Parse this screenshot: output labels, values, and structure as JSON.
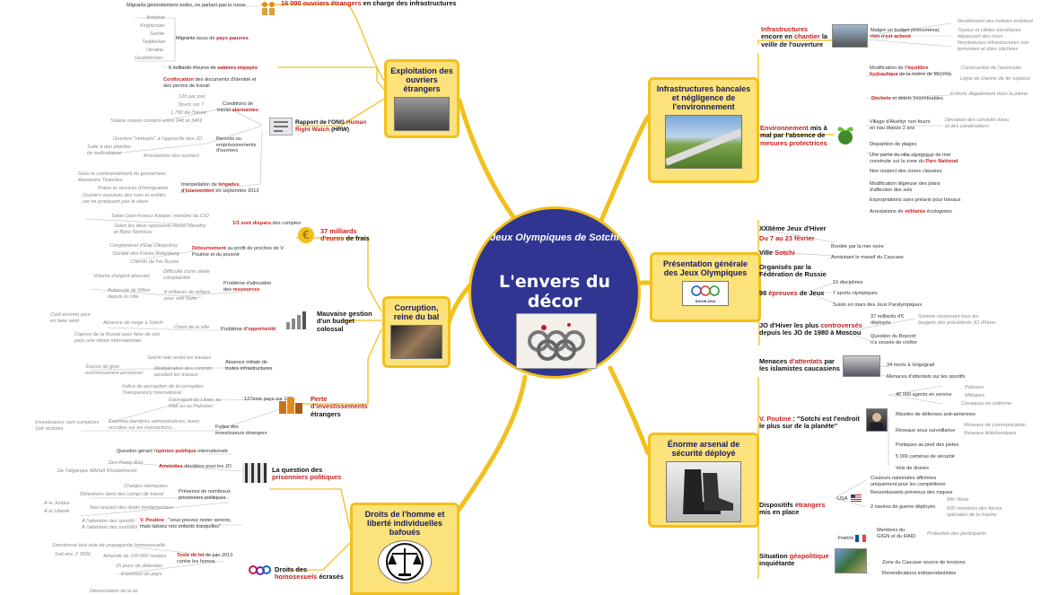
{
  "center": {
    "title_line1": "Jeux Olympiques de Sotchi",
    "title_line2": "L'envers du décor"
  },
  "branches": {
    "exploitation": "Exploitation des ouvriers étrangers",
    "corruption": "Corruption, reine du bal",
    "droits": "Droits de l'homme et liberté individuelles bafoués",
    "infra": "Infrastructures bancales et négligence de l'environnement",
    "presentation": "Présentation générale des Jeux Olympiques",
    "securite": "Énorme arsenal de sécurité déployé"
  },
  "exploitation": {
    "ouvriers_num": "16 000 ouvriers étrangers",
    "ouvriers_rest": "en charge des infrastructures",
    "isoles": "Migrants généralement isolés, ne parlant pas le russe",
    "pays": [
      "Arménie",
      "Kirghizstan",
      "Serbie",
      "Tadjikistan",
      "Ukraine",
      "Ouzbékistan"
    ],
    "migrants_a": "Migrants issus de",
    "migrants_b": "pays pauvres",
    "salaires_a": "6 milliards d'euros de",
    "salaires_b": "salaires impayés",
    "confiscation_a": "Confiscation",
    "confiscation_b": "des documents d'identité et",
    "confiscation_c": "des permis de travail",
    "hours": [
      "12h par jour",
      "7jours sur 7",
      "1,70€ de l'heure"
    ],
    "salaire_moyen": "Salaire moyen compris entre 240 et 340€",
    "conditions_a": "Conditions de",
    "conditions_b": "travail",
    "conditions_c": "alarmantes",
    "rapport_a": "Rapport de l'ONG",
    "rapport_b": "Human",
    "rapport_c": "Right Watch",
    "rapport_d": "(HRW)",
    "nettoyes": "Ouvriers \"nettoyés\" à l'approche des JO",
    "maltraitance_a": "Suite à des plaintes",
    "maltraitance_b": "de maltraitance",
    "arrestations": "Arrestations des ouvriers",
    "renvois_a": "Renvois ou",
    "renvois_b": "emprisonnements",
    "renvois_c": "d'ouvriers",
    "gouverneur_a": "Sous le commandement du gouverneur",
    "gouverneur_b": "Alexandre Tkatchev",
    "police": "Police et services d'immigration",
    "expulses_a": "Ouvriers expulsés des rues et arrêtés",
    "expulses_b": "car ne pratiquant pas le slave",
    "interp_a": "Interpellation de",
    "interp_b": "brigades",
    "interp_c": "d'intervention",
    "interp_d": "en septembre 2013"
  },
  "corruption": {
    "milliards_a": "37 milliards",
    "milliards_b": "d'euros",
    "milliards_c": "de frais",
    "kasper": "Selon Gian-Franco Kasper, membre du CIO",
    "disparu_a": "1/3 sont disparu",
    "disparu_b": "des comptes",
    "navalny_a": "Selon les deux opposants Alexeï Navalny",
    "navalny_b": "et Boris Nemtsov",
    "deripaska": "Conglomérat d'État Olimpstroy",
    "rotenberg": "Société des Frères Rotenberg",
    "chemin": "Chemin de Fer Russe",
    "detour_a": "Détournement",
    "detour_b": "au profit de proches de V.",
    "detour_c": "Poutine et du pouvoir",
    "difficulte_a": "Difficulté d'une réelle",
    "difficulte_b": "comptabilité",
    "volume": "Volume d'argent aberrant",
    "autoroute_a": "Autoroute de 60km",
    "autoroute_b": "depuis la côte",
    "huit_a": "8 milliards de dollars",
    "huit_b": "pour une route",
    "probleme_alloc_a": "Problème d'allocation",
    "probleme_alloc_b": "des",
    "probleme_alloc_c": "ressources",
    "mauvaise_a": "Mauvaise gestion",
    "mauvaise_b": "d'un budget",
    "mauvaise_c": "colossal",
    "station_a": "Coût énorme pour",
    "station_b": "en faire venir",
    "neige": "Absence de neige à Sotchi",
    "choix": "Choix de la ville",
    "caprice_a": "Caprice de la Russie pour faire de son",
    "caprice_b": "pays une vitrine internationale",
    "opportunite_a": "Problème",
    "opportunite_b": "d'opportunité",
    "vide": "Sotchi vide avant les travaux",
    "gros_a": "Source de gros",
    "gros_b": "enrichissement personnel",
    "multi_a": "Multiplication des contrats",
    "multi_b": "pendant les travaux",
    "absence_a": "Absence initiale de",
    "absence_b": "toutes infrastructures",
    "indice_a": "Indice de perception de la corruption",
    "indice_b": "Transparency International",
    "equiv_a": "Équivalent du Liban, au",
    "equiv_b": "Mali ou au Pakistan",
    "rank": "127ème pays sur 177",
    "perte_a": "Perte",
    "perte_b": "d'investissements",
    "perte_c": "étrangers",
    "investisseurs_a": "Investisseurs sont complices",
    "investisseurs_b": "Soit victimes",
    "barrieres_a": "Énormes barrières administratives, taxes",
    "barrieres_b": "occultes sur les transactions...",
    "fuite_a": "Fuites des",
    "fuite_b": "investisseurs étrangers"
  },
  "droits": {
    "question_a": "Question gérant l'",
    "question_b": "opinion publique",
    "question_c": "internationale",
    "pussy": "Des Pussy Riot",
    "khodor": "De l'oligarque Mikhaïl Khodorkovski",
    "amnisties_a": "Amnisties",
    "amnisties_b": "décidées pour les JO",
    "question_pp_a": "La question des",
    "question_pp_b": "prisonniers politiques",
    "charges": "Charges fabriquées",
    "detentions": "Détentions dans des camps de travail",
    "presence_a": "Présence de nombreux",
    "presence_b": "prisonniers politiques",
    "justice": "À la Justice",
    "liberte": "À la Liberté",
    "nonrespect": "Non respect des droits fondamentaux",
    "attention_a": "À l'attention des sportifs",
    "attention_b": "À l'attention des touristes",
    "poutine_a": "V. Poutine",
    "poutine_b": ": \"vous pouvez rester sereins,",
    "poutine_c": "mais laissez nos enfants tranquilles\"",
    "sanctionne": "Sanctionne tout acte de propagande homosexuelle",
    "soit_a": "Soit env. 2 300€",
    "soit_b": "Amende de 100 000 roubles",
    "texte_a": "Texte de loi",
    "texte_b": "de juin 2013",
    "texte_c": "contre les homos",
    "jours": "15 jours de détention",
    "expulsion": "Expulsion du pays",
    "homo_a": "Droits des",
    "homo_b": "homosexuels",
    "homo_c": "écrasés",
    "denonciation": "Dénonciation de la loi"
  },
  "infra": {
    "infra_a": "Infrastructures",
    "infra_b": "encore en",
    "infra_c": "chantier",
    "infra_d": "la",
    "infra_e": "veille de l'ouverture",
    "budget_a": "Malgré un budget phénoménal,",
    "budget_b": "rien n'est achevé",
    "revetement": "Revêtement des trottoirs endoloré",
    "tuyaux_a": "Tuyaux et câbles électriques",
    "tuyaux_b": "dépassant des murs",
    "nombreuses_a": "Nombreuses infrastructures non",
    "nombreuses_b": "terminées et donc bâchées",
    "modif_a": "Modification de",
    "modif_b": "l'équilibre",
    "modif_c": "hydraulique",
    "modif_d": "de la rivière de Mzymta",
    "autoroute": "Construction de l'autoroute",
    "ligne": "Ligne de chemin de fer express",
    "dechets_a": "Déchets",
    "dechets_b": "et débris innombrables",
    "enfouis": "Enfouis illégalement dans la plaine",
    "env_a": "Environnement",
    "env_b": "mis à",
    "env_c": "mal par l'absence de",
    "env_d": "mesures protectrices",
    "village_a": "Village d'Akshtyr non fourni",
    "village_b": "en eau depuis 2 ans",
    "deviation_a": "Déviation des conduits d'eau",
    "deviation_b": "et des canalisations",
    "plages": "Disparition de plages",
    "partie_a": "Une partie du ville olympique de mer",
    "partie_b": "construite sur la zone du",
    "partie_c": "Parc National",
    "zones": "Non respect des zones classées",
    "modif_plans_a": "Modification litigieuse des plans",
    "modif_plans_b": "d'affection des sols",
    "expropriations": "Expropriations sans préavis pour travaux",
    "arrest_a": "Arrestations de",
    "arrest_b": "militants",
    "arrest_c": "écologistes"
  },
  "presentation": {
    "xxii": "XXIIème Jeux d'Hiver",
    "dates": "Du 7 au 23 février",
    "bordee": "Bordée par la mer noire",
    "ville_a": "Ville",
    "ville_b": "Sotchi",
    "avoisinant": "Avoisinant le massif du Caucase",
    "org_a": "Organisés par la",
    "org_b": "Fédération de Russie",
    "disciplines": "15 disciplines",
    "sports": "7 sports olympiques",
    "epreuves_a": "98",
    "epreuves_b": "épreuves",
    "epreuves_c": "de Jeux",
    "paralympiques": "Suivis en mars des Jeux Paralympiques",
    "jo_a": "JO d'Hiver les plus",
    "jo_b": "controversés",
    "jo_c": "depuis les JO de 1980 à Moscou",
    "trente_a": "37 milliards d'€",
    "trente_b": "déployés",
    "somme_a": "Somme réunissant tous les",
    "somme_b": "budgets des précédents JO d'Hiver",
    "boycott_a": "Question du Boycott",
    "boycott_b": "n'a cessée de croître",
    "logo": "SOCHI 2014"
  },
  "securite": {
    "menaces_a": "Menaces",
    "menaces_b": "d'attentats",
    "menaces_c": "par",
    "menaces_d": "les islamistes caucasiens",
    "volgograd": "34 morts à Volgograd",
    "menaces_sport": "Menaces d'attentats sur les sportifs",
    "agents": "40 000 agents en service",
    "policiers": "Policiers",
    "militaires": "Militaires",
    "cosaques": "Cosaques en uniforme",
    "poutine_a": "V. Poutine",
    "poutine_b": ": \"Sotchi est l'endroit",
    "poutine_c": "le plus sur de la planète\"",
    "missiles": "Missiles de défenses anti-aériennes",
    "reseaux_a": "Réseaux de communication",
    "reseaux_b": "Réseaux téléphoniques",
    "surveillance": "Réseaux sous surveillance",
    "portiques": "Portiques au pied des pistes",
    "cameras": "5 000 caméras de sécurité",
    "drones": "Vols de drones",
    "couleurs_a": "Couleurs nationales affichées",
    "couleurs_b": "uniquement pour les compétitions",
    "rassort": "Ressortissants prévenus des risques",
    "usa": "USA",
    "dispositifs_a": "Dispositifs",
    "dispositifs_b": "étrangers",
    "dispositifs_c": "mis en place",
    "navires": "2 navires de guerre déployés",
    "mer": "Mer Noire",
    "six_a": "600 membres des forces",
    "six_b": "spéciales de la marine",
    "france": "France",
    "membres_a": "Membres du",
    "membres_b": "GIGN et du RAID",
    "protection": "Protection des participants",
    "situation_a": "Situation",
    "situation_b": "géopolitique",
    "situation_c": "inquiétante",
    "zone": "Zone du Caucase source de tensions",
    "revendications": "Revendications indépendantistes"
  },
  "colors": {
    "branch_fill": "#fbe27a",
    "branch_border": "#f2c01c",
    "center": "#2f3591",
    "highlight": "#c81e1e"
  }
}
